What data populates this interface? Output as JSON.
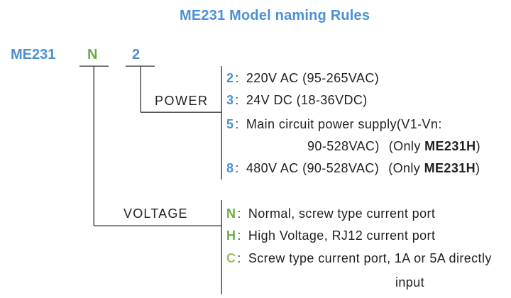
{
  "title": "ME231 Model naming Rules",
  "model": {
    "name": "ME231",
    "voltage_code": "N",
    "power_code": "2"
  },
  "power": {
    "label": "POWER",
    "options": [
      {
        "key": "2",
        "sep": ":",
        "text": "220V AC (95-265VAC)"
      },
      {
        "key": "3",
        "sep": ":",
        "text": "24V DC (18-36VDC)"
      },
      {
        "key": "5",
        "sep": ":",
        "text": "Main circuit power supply(V1-Vn:"
      },
      {
        "key": "8",
        "sep": ":",
        "text": "480V AC (90-528VAC)"
      }
    ],
    "option5_wrap": "90-528VAC)",
    "option5_note": {
      "open": "(Only ",
      "model": "ME231H",
      "close": ")"
    },
    "option8_note": {
      "open": "(Only ",
      "model": "ME231H",
      "close": ")"
    }
  },
  "voltage": {
    "label": "VOLTAGE",
    "options": [
      {
        "key": "N",
        "sep": ":",
        "text": "Normal, screw type current port"
      },
      {
        "key": "H",
        "sep": ":",
        "text": "High Voltage, RJ12 current port"
      },
      {
        "key": "C",
        "sep": ":",
        "text": "Screw type current port, 1A or 5A directly"
      }
    ],
    "option_c_wrap": "input"
  },
  "colors": {
    "blue": "#4a90d2",
    "green": "#68ad47",
    "green_light": "#97c25c",
    "text": "#1f1f1f",
    "sep": "#3c3c3c",
    "line": "#4d4d4d"
  }
}
